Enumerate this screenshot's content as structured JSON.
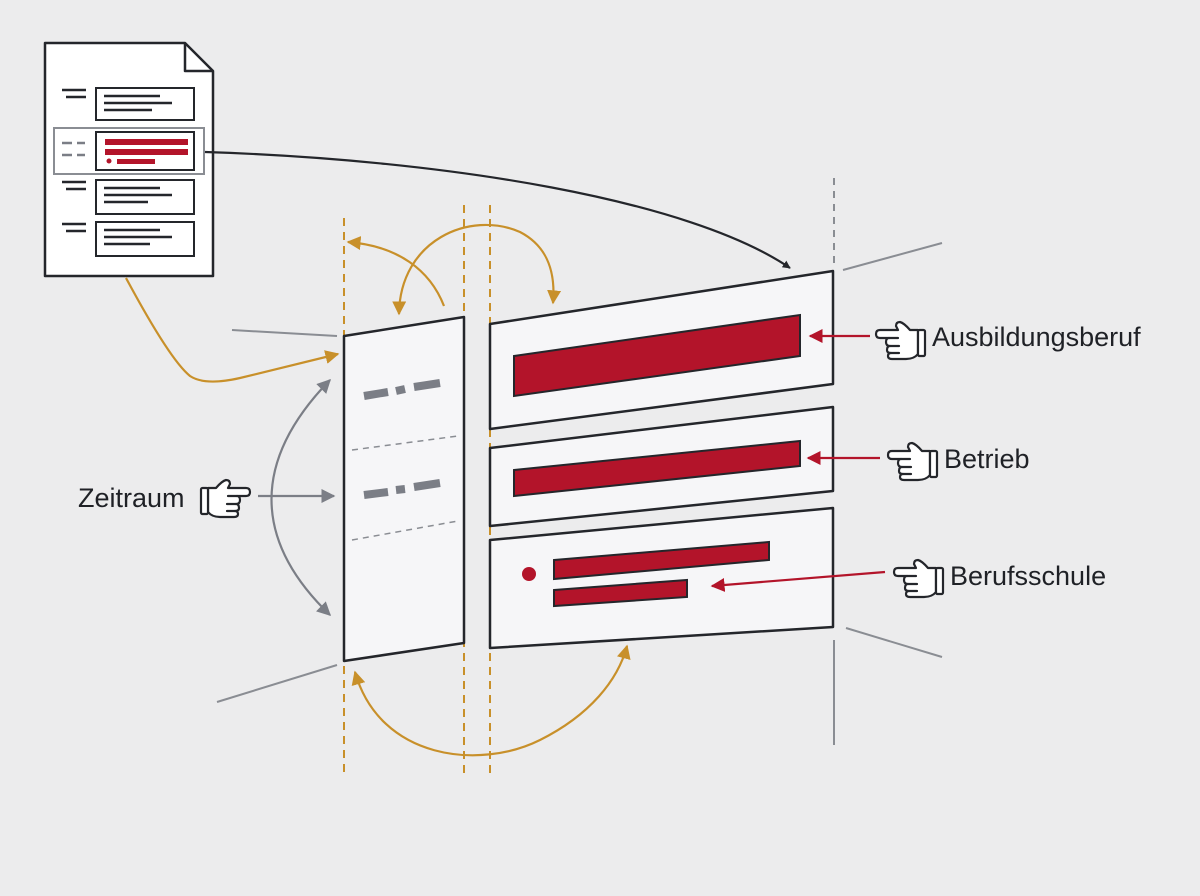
{
  "labels": {
    "ausbildungsberuf": "Ausbildungsberuf",
    "betrieb": "Betrieb",
    "berufsschule": "Berufsschule",
    "zeitraum": "Zeitraum"
  },
  "icons": {
    "document": "document-icon",
    "pointer": "pointing-hand-icon"
  },
  "colors": {
    "background": "#ececed",
    "panel": "#f6f6f8",
    "outline": "#24262b",
    "accent_red": "#b3142a",
    "accent_gold": "#c8902a",
    "arrow_grey": "#7b7e86",
    "guide_grey": "#8a8d93"
  }
}
